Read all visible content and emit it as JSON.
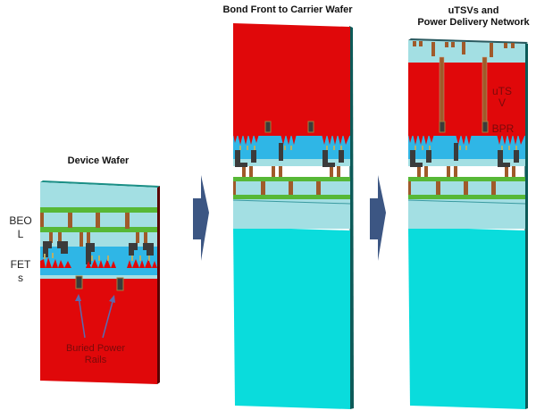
{
  "diagram": {
    "title": "Backside power delivery process flow",
    "colors": {
      "silicon": "#e0080a",
      "carrier": "#0adcdc",
      "dielectric": "#a3dfe3",
      "device_oxide": "#2fb6e6",
      "metal_line": "#57b836",
      "via": "#a05a2a",
      "contact": "#3b3b3b",
      "gate": "#b8b068",
      "arrow": "#3c5683",
      "edge": "#1b6f6a",
      "label_red": "#7a0a0a"
    },
    "panels": [
      {
        "id": "device-wafer",
        "title": "Device Wafer",
        "side_labels": [
          "BEO\nL",
          "FET\ns"
        ],
        "annotation": "Buried Power\nRails",
        "layers_top_to_bottom": [
          "dielectric",
          "BEOL metal",
          "FETs",
          "silicon substrate"
        ]
      },
      {
        "id": "bonded-wafer",
        "title": "Bond Front to Carrier Wafer",
        "layers_top_to_bottom": [
          "silicon substrate",
          "FETs",
          "BEOL metal",
          "dielectric",
          "carrier wafer"
        ]
      },
      {
        "id": "utsv-wafer",
        "title": "uTSVs and\nPower Delivery Network",
        "inset_labels": [
          "uTS\nV",
          "BPR"
        ],
        "layers_top_to_bottom": [
          "power delivery network",
          "thinned silicon with uTSVs",
          "FETs",
          "BEOL metal",
          "dielectric",
          "carrier wafer"
        ]
      }
    ],
    "arrows": [
      {
        "from": "device-wafer",
        "to": "bonded-wafer",
        "icon": "right-arrow-icon"
      },
      {
        "from": "bonded-wafer",
        "to": "utsv-wafer",
        "icon": "right-arrow-icon"
      }
    ]
  }
}
